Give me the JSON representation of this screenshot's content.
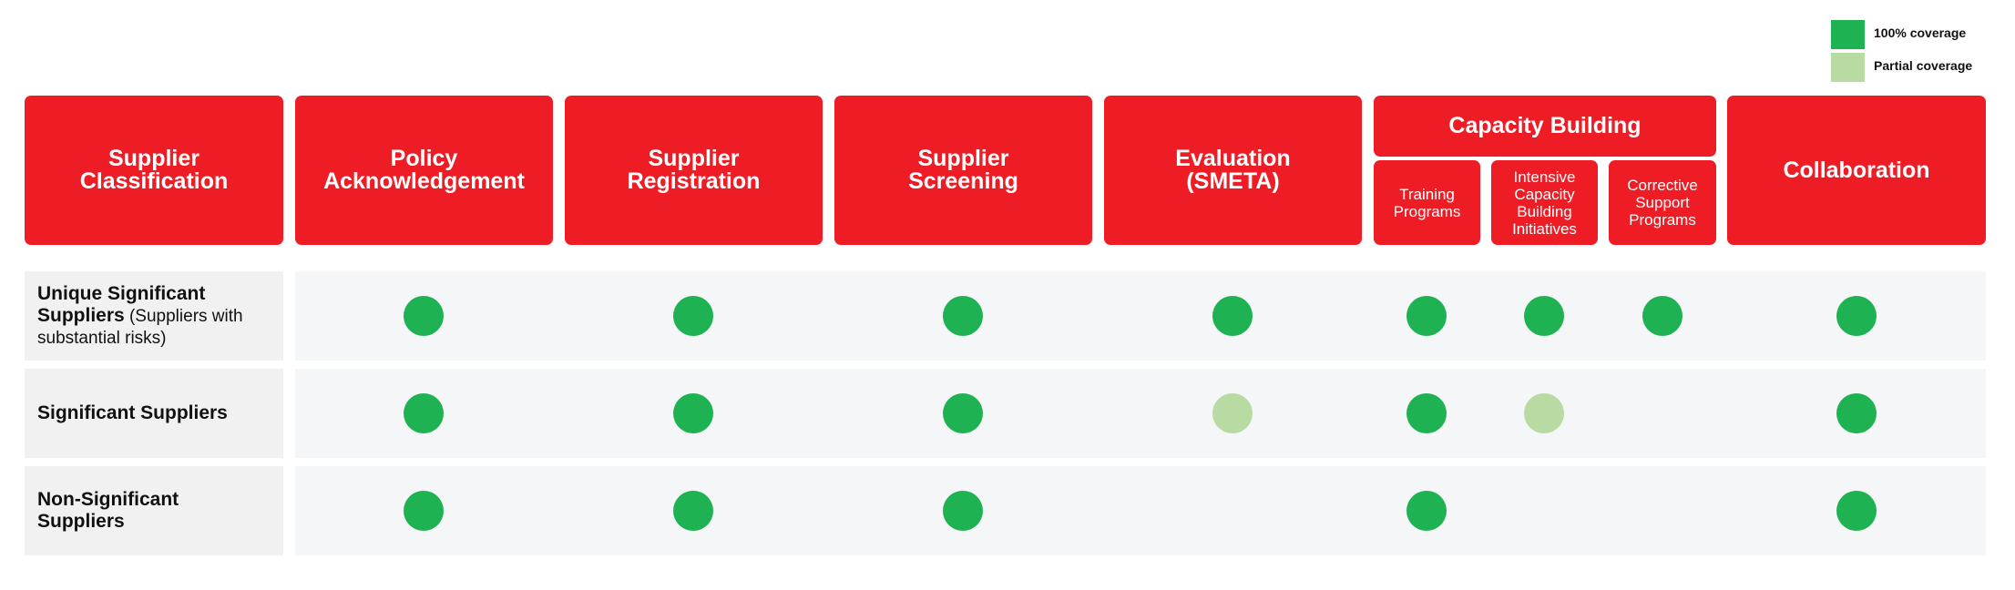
{
  "legend": {
    "full": {
      "label": "100% coverage",
      "color": "#1FB252"
    },
    "partial": {
      "label": "Partial coverage",
      "color": "#B7DBA2"
    }
  },
  "headers": {
    "classification": "Supplier\nClassification",
    "policy": "Policy\nAcknowledgement",
    "registration": "Supplier\nRegistration",
    "screening": "Supplier\nScreening",
    "evaluation": "Evaluation\n(SMETA)",
    "capacity": "Capacity Building",
    "training": "Training\nPrograms",
    "intensive": "Intensive\nCapacity\nBuilding\nInitiatives",
    "corrective": "Corrective\nSupport\nPrograms",
    "collaboration": "Collaboration"
  },
  "rows": [
    {
      "label": "Unique Significant Suppliers",
      "note": " (Suppliers with substantial risks)",
      "coverage": {
        "policy": "full",
        "registration": "full",
        "screening": "full",
        "evaluation": "full",
        "training": "full",
        "intensive": "full",
        "corrective": "full",
        "collaboration": "full"
      }
    },
    {
      "label": "Significant Suppliers",
      "note": "",
      "coverage": {
        "policy": "full",
        "registration": "full",
        "screening": "full",
        "evaluation": "partial",
        "training": "full",
        "intensive": "partial",
        "corrective": "none",
        "collaboration": "full"
      }
    },
    {
      "label": "Non-Significant Suppliers",
      "note": "",
      "coverage": {
        "policy": "full",
        "registration": "full",
        "screening": "full",
        "evaluation": "none",
        "training": "full",
        "intensive": "none",
        "corrective": "none",
        "collaboration": "full"
      }
    }
  ],
  "colors": {
    "header_red": "#EE1D25",
    "label_bg": "#F1F1F1",
    "row_bg": "#F5F6F8"
  }
}
